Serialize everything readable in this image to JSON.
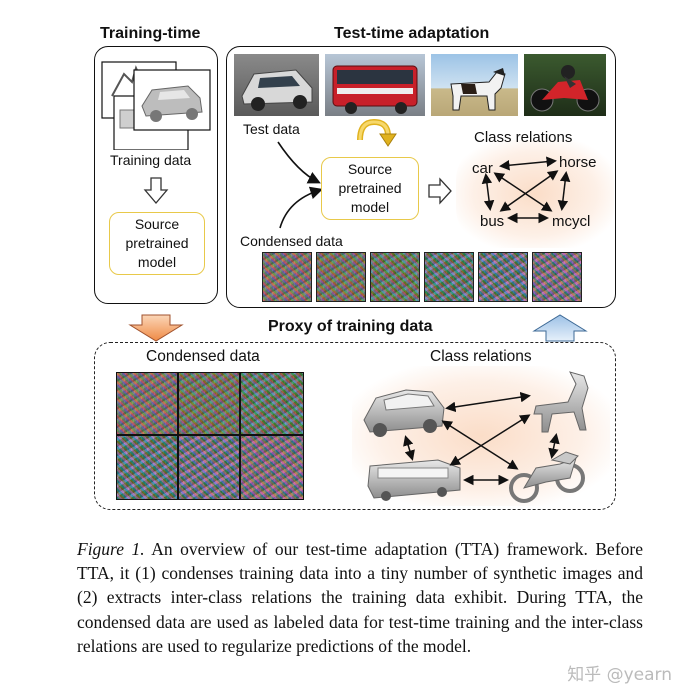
{
  "figure": {
    "training_title": "Training-time",
    "test_title": "Test-time adaptation",
    "training_data_label": "Training data",
    "source_model_label": "Source pretrained model",
    "test_data_label": "Test data",
    "test_source_model_label": "Source pretrained model",
    "condensed_data_label": "Condensed data",
    "class_relations_label": "Class relations",
    "classes": {
      "car": "car",
      "horse": "horse",
      "bus": "bus",
      "mcycl": "mcycl"
    },
    "proxy_title": "Proxy of training data",
    "proxy_condensed_label": "Condensed data",
    "proxy_relations_label": "Class relations",
    "colors": {
      "yellow_border": "#e8c94a",
      "orange_arrow": "#f2a36c",
      "blue_arrow": "#b7d2ee",
      "glow": "#fbd8c0"
    }
  },
  "caption": {
    "prefix": "Figure 1.",
    "text": " An overview of our test-time adaptation (TTA) framework. Before TTA, it (1) condenses training data into a tiny number of synthetic images and (2) extracts inter-class relations the training data exhibit.  During TTA, the condensed data are used as labeled data for test-time training and the inter-class relations are used to regularize predictions of the model."
  },
  "watermark": "知乎 @yearn"
}
